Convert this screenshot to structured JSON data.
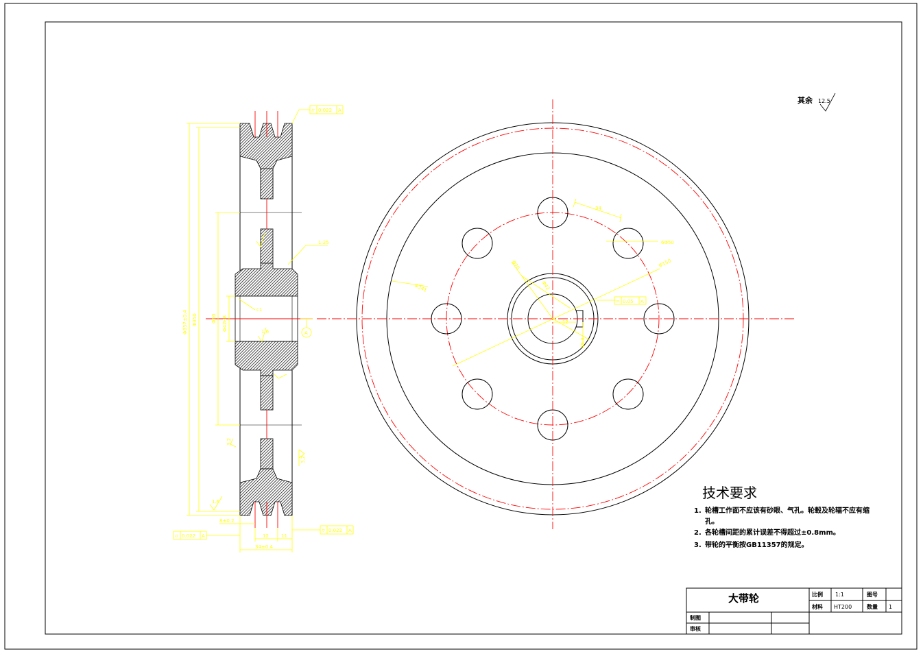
{
  "title_block": {
    "part_name": "大带轮",
    "scale_label": "比例",
    "scale_value": "1:1",
    "drawing_no_label": "图号",
    "drawing_no_value": "",
    "material_label": "材料",
    "material_value": "HT200",
    "quantity_label": "数量",
    "quantity_value": "1",
    "drawn_label": "制图",
    "checked_label": "审核"
  },
  "surface_note": {
    "label": "其余",
    "roughness": "12.5"
  },
  "tech_requirements": {
    "heading": "技术要求",
    "items": [
      {
        "num": "1.",
        "text": "轮槽工作面不应该有砂眼、气孔。轮毂及轮辐不应有缩"
      },
      {
        "num": "",
        "text": "孔。"
      },
      {
        "num": "2.",
        "text": "各轮槽间距的累计误差不得超过±0.8mm。"
      },
      {
        "num": "3.",
        "text": "带轮的平衡按GB11357的规定。"
      }
    ]
  },
  "section_dims": {
    "tol_top": "0.022",
    "tol_top_datum": "A",
    "taper": "1:25",
    "bore_c": "c1",
    "roughness_bore": "1.6",
    "roughness_left": "3.2",
    "roughness_right": "3.2",
    "roughness_bottom": "1.6",
    "datum": "A",
    "groove_left_dim": "8±0.2",
    "groove_width": "12",
    "groove_depth": "11",
    "overall_width": "34±0.4",
    "tol_left": "0.022",
    "tol_left_datum": "A",
    "tol_right": "0.022",
    "tol_right_datum": "A",
    "dia_outer": "Φ357±0.4",
    "dia_rim": "Φ350",
    "dia_hub": "Φ60",
    "dia_bore": "Φ42H8"
  },
  "front_dims": {
    "chord": "34",
    "hole_dia": "6Φ50",
    "pcd": "Φ150",
    "d1": "Φ341",
    "d2": "Φ70",
    "d3": "Φ42",
    "key_width": "12",
    "key_depth": "45.3",
    "tol_key": "0.05",
    "tol_key_datum": "A"
  }
}
